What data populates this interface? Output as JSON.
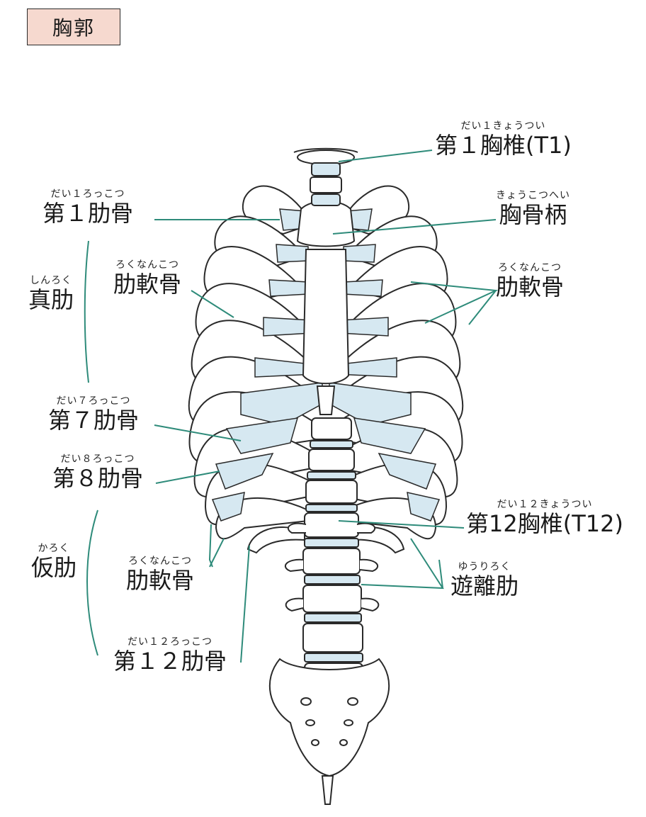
{
  "title": "胸郭",
  "colors": {
    "leader_line": "#2e8b7a",
    "cartilage": "#d6e8f1",
    "bone_outline": "#2a2a2a",
    "title_bg": "#f6d9cf"
  },
  "labels": {
    "t1": {
      "ruby": "だい１きょうつい",
      "text": "第１胸椎(T1)"
    },
    "rib1": {
      "ruby": "だい１ろっこつ",
      "text": "第１肋骨"
    },
    "manubrium": {
      "ruby": "きょうこつへい",
      "text": "胸骨柄"
    },
    "true_ribs": {
      "ruby": "しんろく",
      "text": "真肋"
    },
    "cartilage_left": {
      "ruby": "ろくなんこつ",
      "text": "肋軟骨"
    },
    "cartilage_right": {
      "ruby": "ろくなんこつ",
      "text": "肋軟骨"
    },
    "rib7": {
      "ruby": "だい７ろっこつ",
      "text": "第７肋骨"
    },
    "rib8": {
      "ruby": "だい８ろっこつ",
      "text": "第８肋骨"
    },
    "false_ribs": {
      "ruby": "かろく",
      "text": "仮肋"
    },
    "cartilage_lower": {
      "ruby": "ろくなんこつ",
      "text": "肋軟骨"
    },
    "t12": {
      "ruby": "だい１２きょうつい",
      "text": "第12胸椎(T12)"
    },
    "floating_ribs": {
      "ruby": "ゆうりろく",
      "text": "遊離肋"
    },
    "rib12": {
      "ruby": "だい１２ろっこつ",
      "text": "第１２肋骨"
    }
  }
}
